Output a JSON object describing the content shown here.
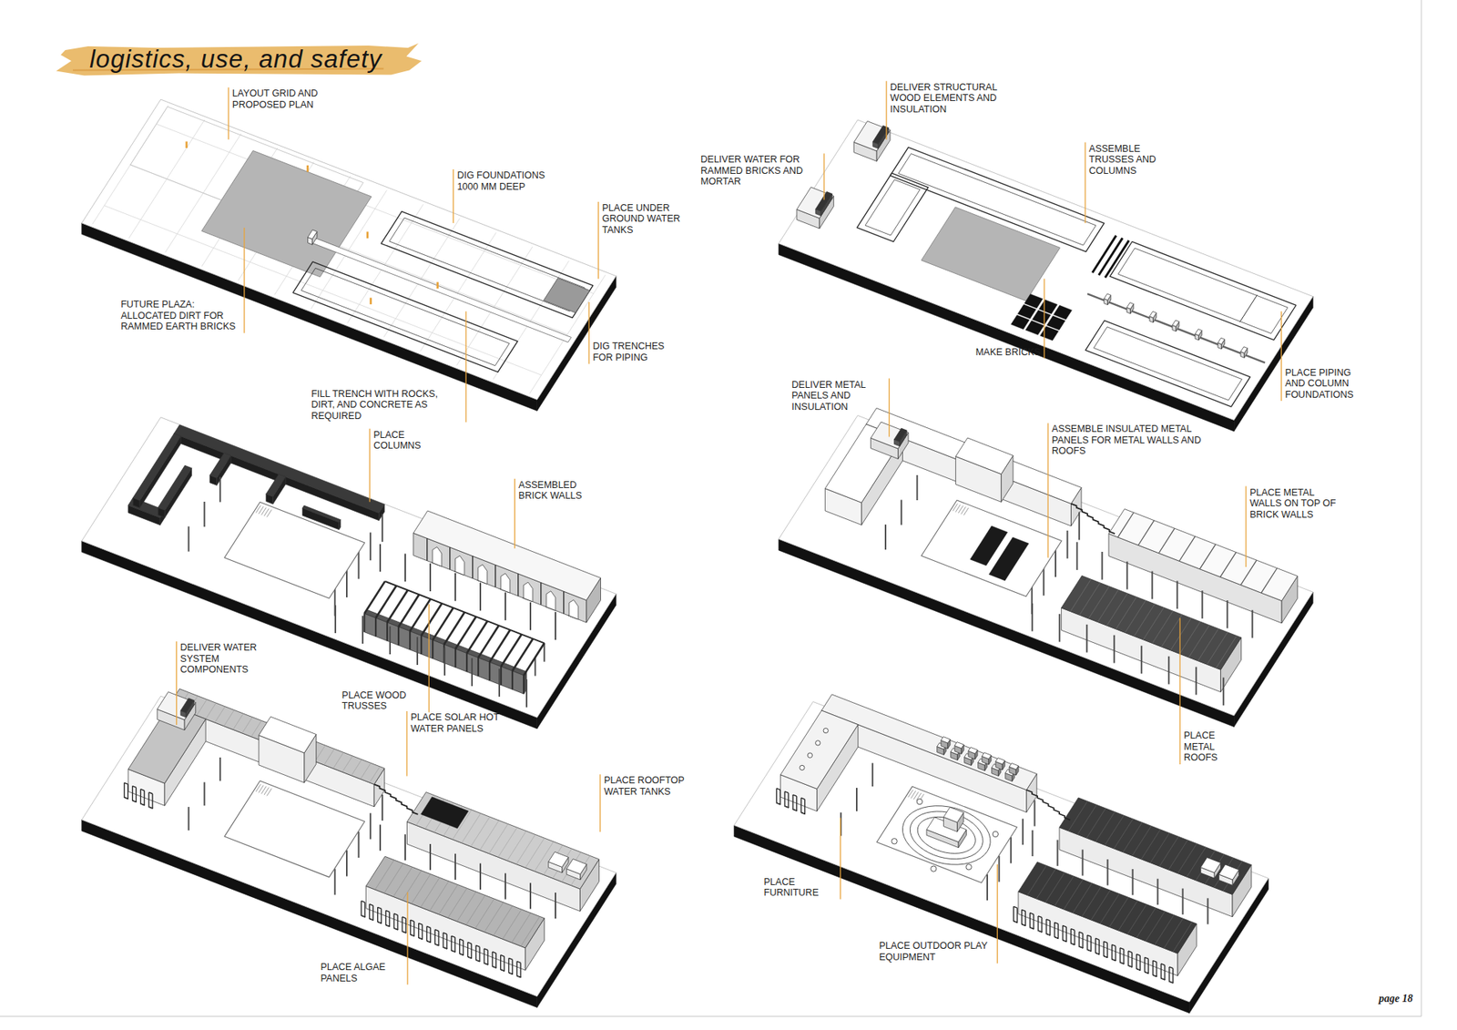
{
  "diagram": {
    "title": "logistics, use, and safety",
    "labels": [
      "LAYOUT GRID AND PROPOSED PLAN",
      "DIG FOUNDATIONS 1000 MM DEEP",
      "PLACE UNDER GROUND WATER TANKS",
      "FUTURE PLAZA: ALLOCATED DIRT FOR RAMMED EARTH BRICKS",
      "DIG TRENCHES FOR PIPING",
      "FILL TRENCH WITH ROCKS, DIRT, AND CONCRETE AS REQUIRED",
      "DELIVER STRUCTURAL WOOD ELEMENTS AND INSULATION",
      "DELIVER WATER FOR RAMMED BRICKS AND MORTAR",
      "ASSEMBLE TRUSSES AND COLUMNS",
      "MAKE BRICKS",
      "PLACE PIPING AND COLUMN FOUNDATIONS",
      "PLACE COLUMNS",
      "ASSEMBLED BRICK WALLS",
      "PLACE WOOD TRUSSES",
      "DELIVER METAL PANELS AND INSULATION",
      "ASSEMBLE INSULATED METAL PANELS FOR METAL WALLS AND ROOFS",
      "PLACE METAL WALLS ON TOP OF BRICK WALLS",
      "PLACE METAL ROOFS",
      "DELIVER WATER SYSTEM COMPONENTS",
      "PLACE SOLAR HOT WATER PANELS",
      "PLACE ROOFTOP WATER TANKS",
      "PLACE ALGAE PANELS",
      "PLACE FURNITURE",
      "PLACE OUTDOOR PLAY EQUIPMENT",
      "page 18"
    ]
  }
}
